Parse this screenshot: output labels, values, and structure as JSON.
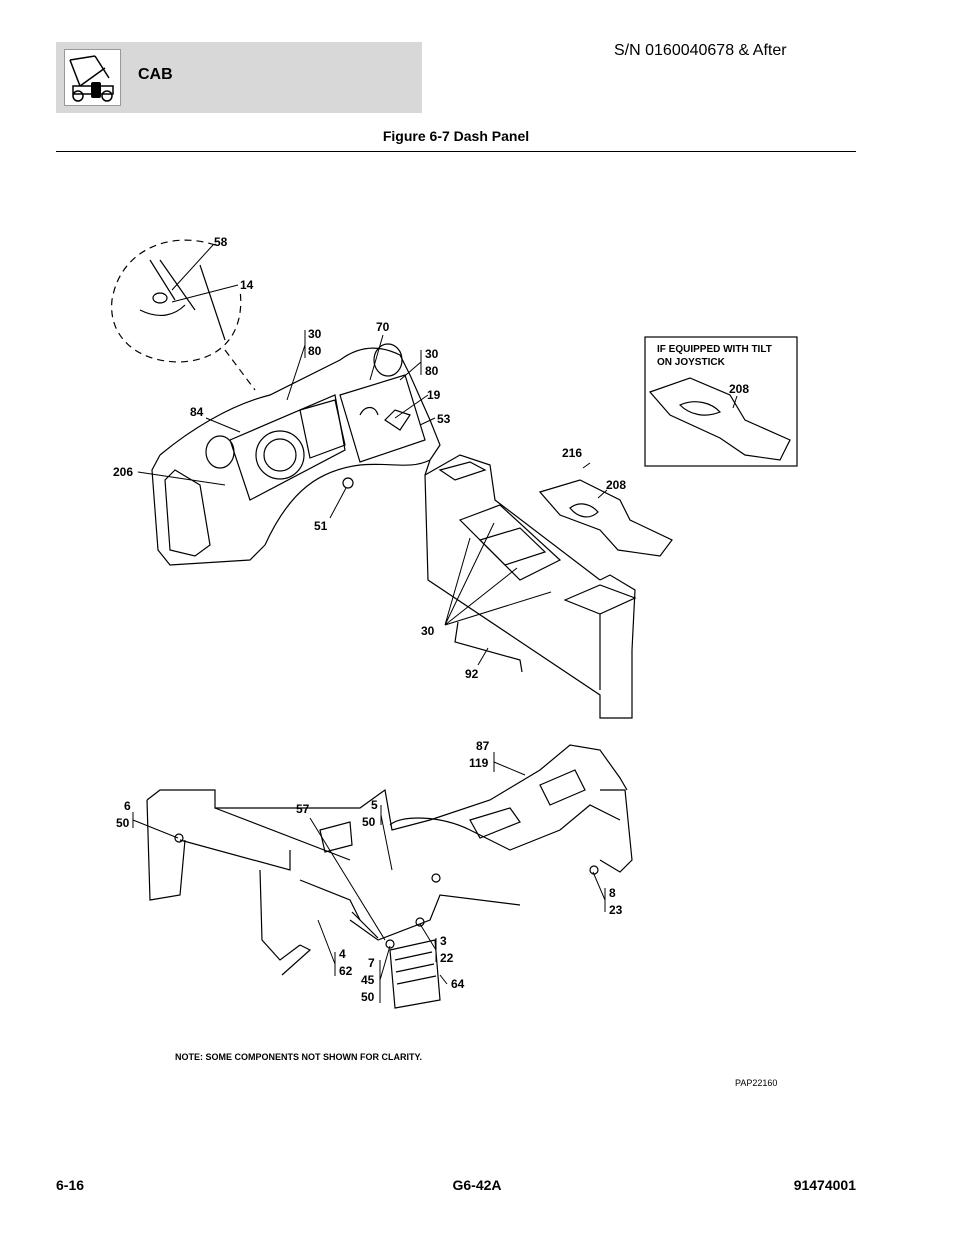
{
  "header": {
    "section_title": "CAB",
    "serial": "S/N 0160040678 & After",
    "icon": "telehandler-cab-icon"
  },
  "figure": {
    "title": "Figure 6-7 Dash Panel",
    "inset_caption_line1": "IF EQUIPPED WITH TILT",
    "inset_caption_line2": "ON JOYSTICK",
    "callouts": {
      "c58": "58",
      "c14": "14",
      "c30a": "30",
      "c80a": "80",
      "c70": "70",
      "c30b": "30",
      "c80b": "80",
      "c19": "19",
      "c53": "53",
      "c84": "84",
      "c206": "206",
      "c51": "51",
      "c208_inset": "208",
      "c216": "216",
      "c208": "208",
      "c30c": "30",
      "c92": "92",
      "c87": "87",
      "c119": "119",
      "c6": "6",
      "c50a": "50",
      "c57": "57",
      "c5": "5",
      "c50b": "50",
      "c8": "8",
      "c23": "23",
      "c3": "3",
      "c22": "22",
      "c4": "4",
      "c62": "62",
      "c7": "7",
      "c45": "45",
      "c50c": "50",
      "c64": "64"
    },
    "note": "NOTE:   SOME COMPONENTS NOT SHOWN FOR CLARITY.",
    "code": "PAP22160"
  },
  "footer": {
    "page": "6-16",
    "model": "G6-42A",
    "doc_number": "91474001"
  }
}
